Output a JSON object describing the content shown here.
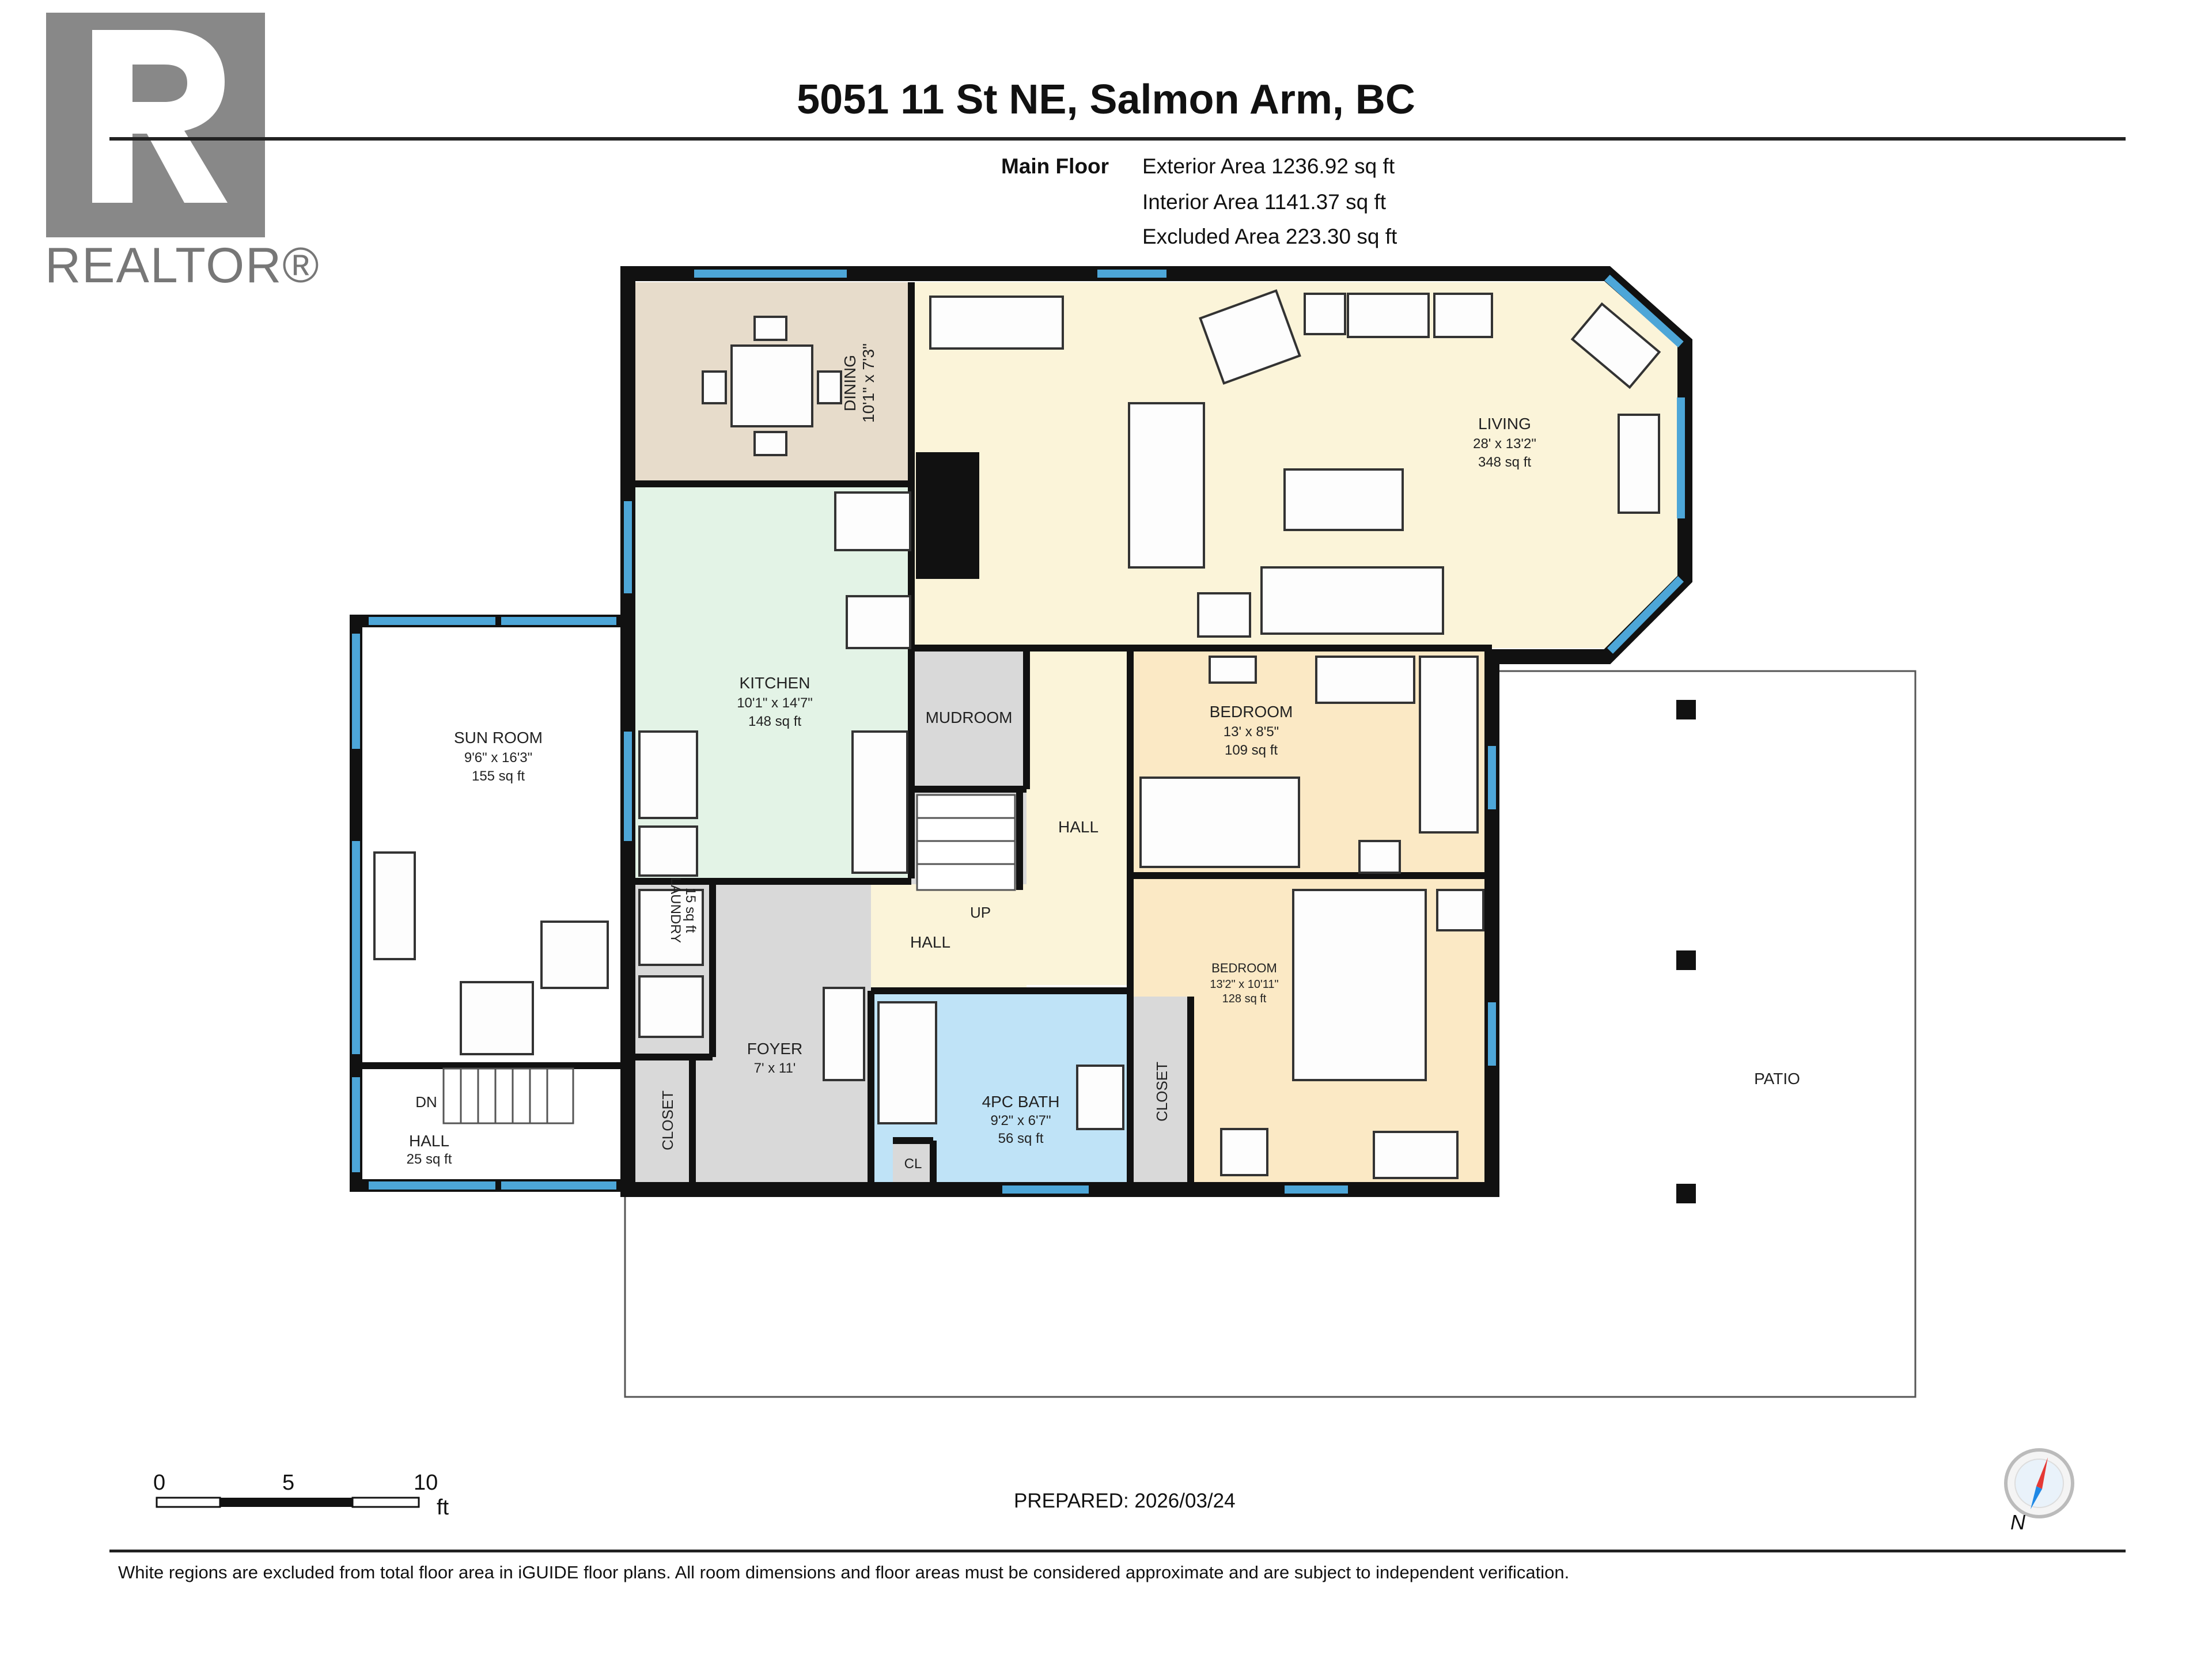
{
  "header": {
    "title": "5051 11 St NE, Salmon Arm, BC",
    "logo_text": "REALTOR®"
  },
  "summary": {
    "floor_label": "Main Floor",
    "exterior": "Exterior Area 1236.92 sq ft",
    "interior": "Interior Area 1141.37 sq ft",
    "excluded": "Excluded Area 223.30 sq ft"
  },
  "rooms": {
    "dining": {
      "name": "DINING",
      "dims": "10'1\" x 7'3\""
    },
    "living": {
      "name": "LIVING",
      "dims": "28' x 13'2\"",
      "area": "348 sq ft"
    },
    "kitchen": {
      "name": "KITCHEN",
      "dims": "10'1\" x 14'7\"",
      "area": "148 sq ft"
    },
    "mudroom": {
      "name": "MUDROOM"
    },
    "bedroom1": {
      "name": "BEDROOM",
      "dims": "13' x 8'5\"",
      "area": "109 sq ft"
    },
    "bedroom2": {
      "name": "BEDROOM",
      "dims": "13'2\" x 10'11\"",
      "area": "128 sq ft"
    },
    "sunroom": {
      "name": "SUN ROOM",
      "dims": "9'6\" x 16'3\"",
      "area": "155 sq ft"
    },
    "hall_center": {
      "name": "HALL"
    },
    "hall_small": {
      "name": "HALL"
    },
    "hall_sun": {
      "name": "HALL",
      "area": "25 sq ft"
    },
    "laundry": {
      "name": "LAUNDRY",
      "area": "15 sq ft"
    },
    "foyer": {
      "name": "FOYER",
      "dims": "7' x 11'"
    },
    "bath": {
      "name": "4PC BATH",
      "dims": "9'2\" x 6'7\"",
      "area": "56 sq ft"
    },
    "closet_left": {
      "name": "CLOSET"
    },
    "closet_right": {
      "name": "CLOSET"
    },
    "cl": {
      "name": "CL"
    },
    "patio": {
      "name": "PATIO"
    },
    "up": "UP",
    "dn": "DN"
  },
  "colors": {
    "dining": "#e7dccb",
    "living": "#fbf4d9",
    "kitchen": "#e3f3e6",
    "bedroom": "#fbe9c5",
    "bath": "#bfe3f7",
    "grey": "#d9d9d9",
    "hall": "#fbf4d9",
    "window": "#4da6d8",
    "wall": "#111111"
  },
  "scale": {
    "labels": [
      "0",
      "5",
      "10"
    ],
    "unit": "ft"
  },
  "prepared": "PREPARED: 2026/03/24",
  "compass": "N",
  "footer": "White regions are excluded from total floor area in iGUIDE floor plans. All room dimensions and floor areas must be considered approximate and are subject to independent verification."
}
